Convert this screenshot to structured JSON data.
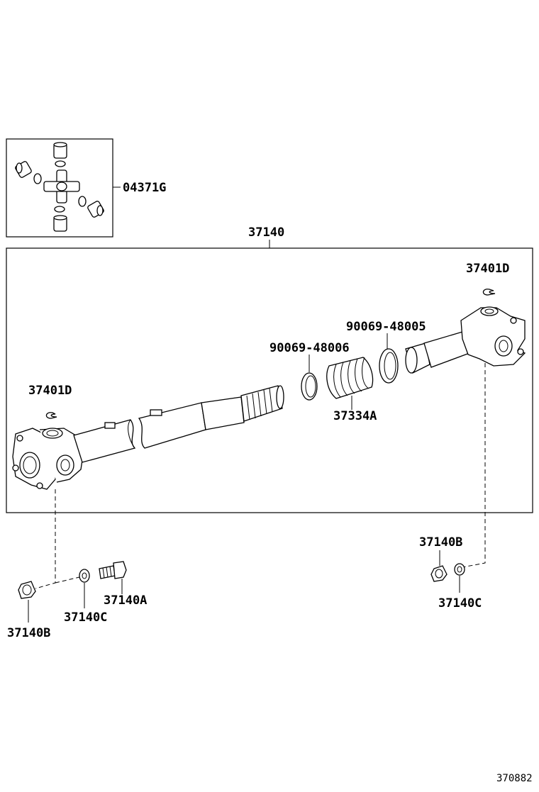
{
  "diagram": {
    "figure_number": "370882",
    "labels": {
      "spider_kit": "04371G",
      "shaft_assembly": "37140",
      "snap_ring_right": "37401D",
      "snap_ring_left": "37401D",
      "clamp_right": "90069-48005",
      "clamp_left": "90069-48006",
      "boot": "37334A",
      "bolt": "37140A",
      "nut_left": "37140B",
      "washer_left": "37140C",
      "nut_right": "37140B",
      "washer_right": "37140C"
    }
  }
}
